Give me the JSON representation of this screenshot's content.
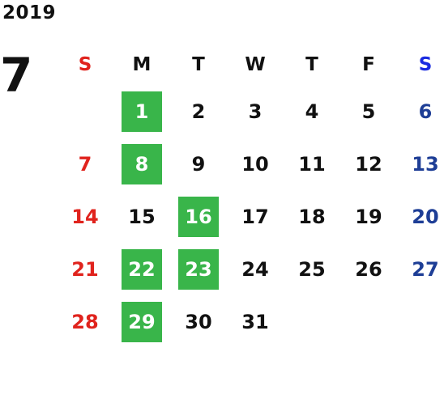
{
  "year": "2019",
  "month": "7",
  "weekdays": [
    "S",
    "M",
    "T",
    "W",
    "T",
    "F",
    "S"
  ],
  "weeks": [
    [
      "",
      "1",
      "2",
      "3",
      "4",
      "5",
      "6"
    ],
    [
      "7",
      "8",
      "9",
      "10",
      "11",
      "12",
      "13"
    ],
    [
      "14",
      "15",
      "16",
      "17",
      "18",
      "19",
      "20"
    ],
    [
      "21",
      "22",
      "23",
      "24",
      "25",
      "26",
      "27"
    ],
    [
      "28",
      "29",
      "30",
      "31",
      "",
      "",
      ""
    ]
  ],
  "highlighted_days": [
    "1",
    "8",
    "16",
    "22",
    "23",
    "29"
  ],
  "colors": {
    "sunday": "#e0231d",
    "saturday": "#1e3e96",
    "highlight": "#39b54a"
  }
}
